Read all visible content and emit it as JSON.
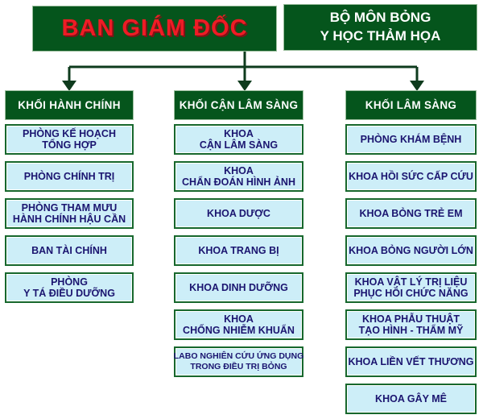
{
  "chart": {
    "top_left": {
      "title": "BAN GIÁM ĐỐC"
    },
    "top_right": {
      "line1": "BỘ MÔN BỎNG",
      "line2": "Y HỌC THẢM HỌA"
    },
    "columns": [
      {
        "header": "KHỐI HÀNH CHÍNH",
        "boxes": [
          {
            "lines": [
              "PHÒNG KẾ HOẠCH",
              "TỔNG HỢP"
            ]
          },
          {
            "lines": [
              "PHÒNG CHÍNH TRỊ"
            ]
          },
          {
            "lines": [
              "PHÒNG THAM MƯU",
              "HÀNH CHÍNH HẬU CẦN"
            ]
          },
          {
            "lines": [
              "BAN TÀI CHÍNH"
            ]
          },
          {
            "lines": [
              "PHÒNG",
              "Y TÁ ĐIỀU DƯỠNG"
            ]
          }
        ]
      },
      {
        "header": "KHỐI CẬN LÂM SÀNG",
        "boxes": [
          {
            "lines": [
              "KHOA",
              "CẬN LÂM SÀNG"
            ]
          },
          {
            "lines": [
              "KHOA",
              "CHẨN ĐOÁN HÌNH ẢNH"
            ]
          },
          {
            "lines": [
              "KHOA DƯỢC"
            ]
          },
          {
            "lines": [
              "KHOA TRANG BỊ"
            ]
          },
          {
            "lines": [
              "KHOA DINH DƯỠNG"
            ]
          },
          {
            "lines": [
              "KHOA",
              "CHỐNG NHIỄM KHUẨN"
            ]
          },
          {
            "lines": [
              "LABO NGHIÊN CỨU ỨNG DỤNG",
              "TRONG ĐIỀU TRỊ BỎNG"
            ],
            "small": true
          }
        ]
      },
      {
        "header": "KHỐI LÂM SÀNG",
        "boxes": [
          {
            "lines": [
              "PHÒNG KHÁM BỆNH"
            ]
          },
          {
            "lines": [
              "KHOA HỒI SỨC CẤP CỨU"
            ]
          },
          {
            "lines": [
              "KHOA BỎNG TRẺ EM"
            ]
          },
          {
            "lines": [
              "KHOA BỎNG NGƯỜI LỚN"
            ]
          },
          {
            "lines": [
              "KHOA VẬT LÝ TRỊ LIỆU",
              "PHỤC HỒI CHỨC NĂNG"
            ]
          },
          {
            "lines": [
              "KHOA PHẪU THUẬT",
              "TẠO HÌNH - THẨM MỸ"
            ]
          },
          {
            "lines": [
              "KHOA LIỀN VẾT THƯƠNG"
            ]
          },
          {
            "lines": [
              "KHOA GÂY MÊ"
            ]
          }
        ]
      }
    ],
    "colors": {
      "dark_green_fill": "#05551c",
      "light_blue_fill": "#cdeef8",
      "box_border_green": "#17682d",
      "navy_text": "#1b1570",
      "red_title": "#ee1c25",
      "red_title_shadow": "#7c1416",
      "connector_line": "#0e3b1d",
      "header_text": "#ffffff"
    }
  }
}
